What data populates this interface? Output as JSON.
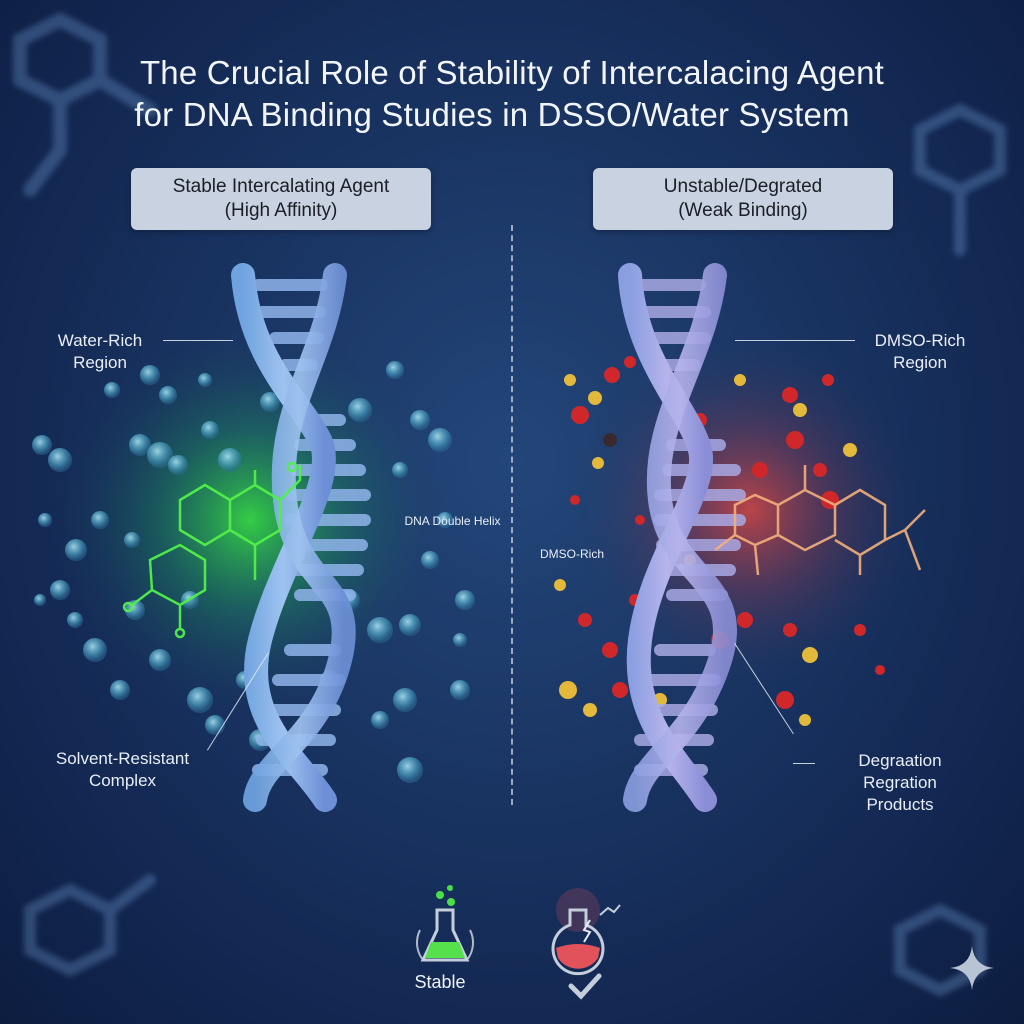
{
  "title": {
    "line1": "The Crucial Role of Stability of Intercalacing Agent",
    "line2": "for DNA Binding Studies in DSSO/Water System"
  },
  "panels": {
    "left": {
      "heading_line1": "Stable Intercalating Agent",
      "heading_line2": "(High Affinity)",
      "accent_color": "#3fe83a"
    },
    "right": {
      "heading_line1": "Unstable/Degrated",
      "heading_line2": "(Weak Binding)",
      "accent_color": "#ff4a3a"
    }
  },
  "callouts": {
    "water_rich": {
      "line1": "Water-Rich",
      "line2": "Region"
    },
    "dmso_rich_region": {
      "line1": "DMSO-Rich",
      "line2": "Region"
    },
    "dna_double_helix": "DNA Double Helix",
    "dmso_rich": "DMSO-Rich",
    "solvent_resistant": {
      "line1": "Solvent-Resistant",
      "line2": "Complex"
    },
    "degradation": {
      "line1": "Degraation",
      "line2": "Regration",
      "line3": "Products"
    }
  },
  "legend": {
    "stable_icon": "flask-icon-green",
    "stable_label": "Stable",
    "unstable_icon": "broken-flask-icon-red",
    "unstable_mark": "checkmark-icon"
  },
  "colors": {
    "background": "#1a3563",
    "dna_strand": "#7f9fe0",
    "water_molecule": "#5fb6d6",
    "dmso_red": "#d0282a",
    "dmso_yellow": "#e2b93a",
    "label_box": "#c8d2e0"
  },
  "corner_icon": "sparkle-icon"
}
